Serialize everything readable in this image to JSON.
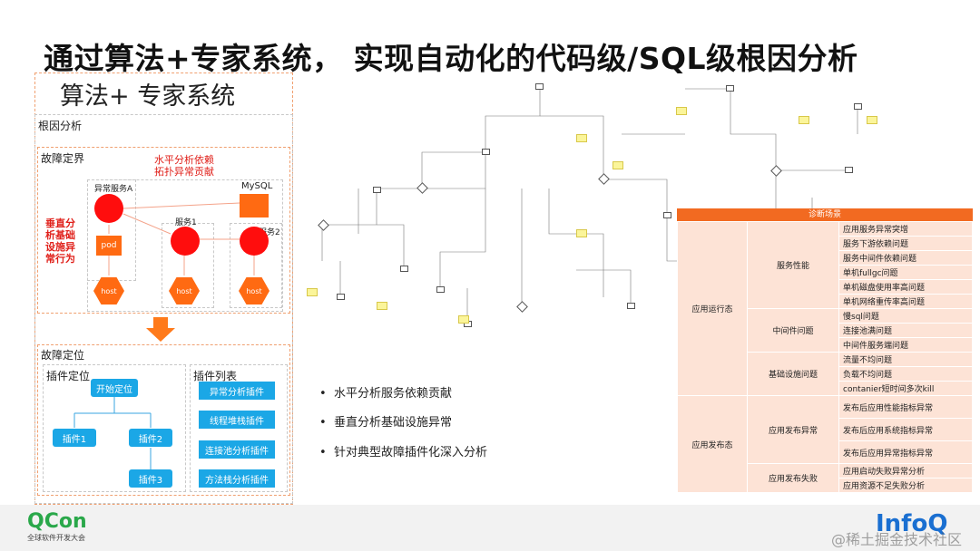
{
  "title": "通过算法+专家系统， 实现自动化的代码级/SQL级根因分析",
  "left_panel": {
    "heading": "算法+ 专家系统",
    "root_cause_label": "根因分析",
    "fault_boundary": {
      "label": "故障定界",
      "horizontal_note_line1": "水平分析依赖",
      "horizontal_note_line2": "拓扑异常贡献",
      "vertical_note": [
        "垂直分",
        "析基础",
        "设施异",
        "常行为"
      ],
      "service_a": "异常服务A",
      "mysql": "MySQL",
      "service1": "服务1",
      "service2": "服务2",
      "pod": "pod",
      "host": "host"
    },
    "fault_location": {
      "label": "故障定位",
      "plugin_location": "插件定位",
      "start": "开始定位",
      "plugin1": "插件1",
      "plugin2": "插件2",
      "plugin3": "插件3",
      "plugin_list_label": "插件列表",
      "plugin_list": [
        "异常分析插件",
        "线程堆栈插件",
        "连接池分析插件",
        "方法栈分析插件"
      ]
    }
  },
  "bullets": [
    "水平分析服务依赖贡献",
    "垂直分析基础设施异常",
    "针对典型故障插件化深入分析"
  ],
  "diagnosis_table": {
    "header": "诊断场景",
    "groups": [
      {
        "category": "应用运行态",
        "subgroups": [
          {
            "name": "服务性能",
            "items": [
              "应用服务异常突增",
              "服务下游依赖问题",
              "服务中间件依赖问题",
              "单机fullgc问题",
              "单机磁盘使用率高问题",
              "单机网络重传率高问题"
            ]
          },
          {
            "name": "中间件问题",
            "items": [
              "慢sql问题",
              "连接池满问题",
              "中间件服务端问题"
            ]
          },
          {
            "name": "基础设施问题",
            "items": [
              "流量不均问题",
              "负载不均问题",
              "contanier短时间多次kill"
            ]
          }
        ]
      },
      {
        "category": "应用发布态",
        "subgroups": [
          {
            "name": "应用发布异常",
            "items": [
              "发布后应用性能指标异常",
              "发布后应用系统指标异常",
              "发布后应用异常指标异常"
            ]
          },
          {
            "name": "应用发布失败",
            "items": [
              "应用启动失败异常分析",
              "应用资源不足失败分析"
            ]
          }
        ]
      }
    ]
  },
  "footer": {
    "logo_left": "QCon",
    "logo_left_sub": "全球软件开发大会",
    "logo_right": "InfoQ",
    "watermark": "@稀土掘金技术社区"
  },
  "colors": {
    "accent_orange": "#ff6a12",
    "red": "#ff0d0d",
    "blue": "#1ba7e6",
    "table_header": "#f26a21",
    "table_cell": "#fde3d6"
  }
}
